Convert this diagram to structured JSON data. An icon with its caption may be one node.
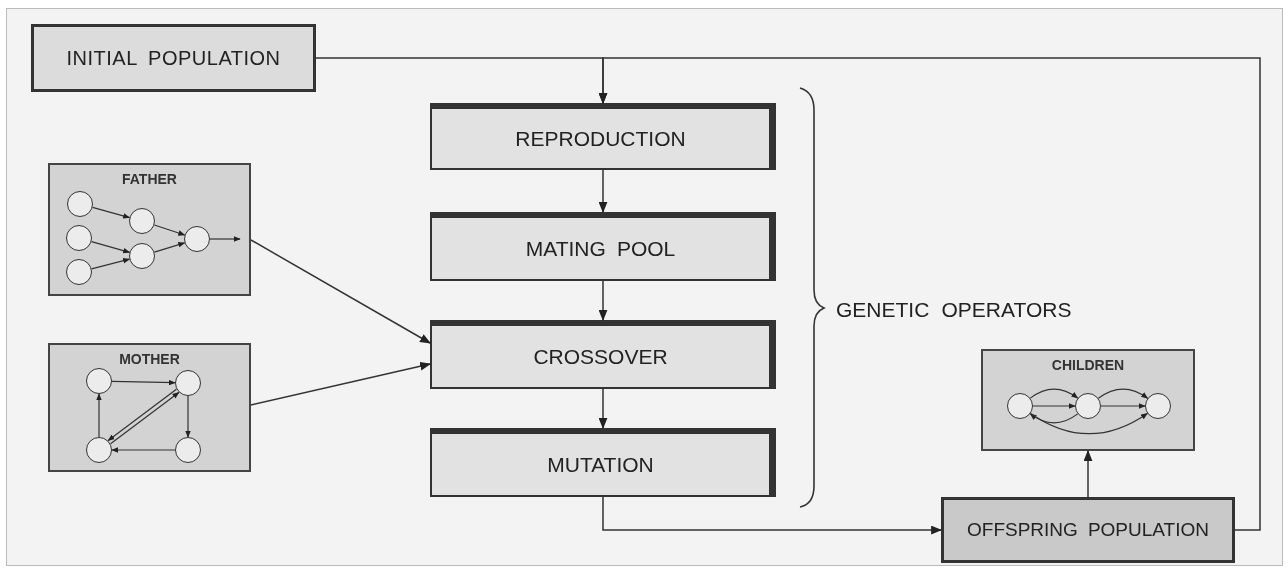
{
  "diagram": {
    "nodes": [
      {
        "text": [
          "INITIAL POPULATION"
        ]
      },
      {
        "text": [
          "REPRODUCTION"
        ]
      },
      {
        "text": [
          "MATING POOL"
        ]
      },
      {
        "text": [
          "CROSSOVER"
        ]
      },
      {
        "text": [
          "MUTATION"
        ]
      },
      {
        "text": [
          "FATHER"
        ]
      },
      {
        "text": [],
        "shape": "circle",
        "in": 5
      },
      {
        "text": [],
        "shape": "circle",
        "in": 5
      },
      {
        "text": [],
        "shape": "circle",
        "in": 5
      },
      {
        "text": [],
        "shape": "circle",
        "in": 5
      },
      {
        "text": [],
        "shape": "circle",
        "in": 5
      },
      {
        "text": [],
        "shape": "circle",
        "in": 5
      },
      {
        "text": [
          "MOTHER"
        ]
      },
      {
        "text": [],
        "shape": "circle",
        "in": 12
      },
      {
        "text": [],
        "shape": "circle",
        "in": 12
      },
      {
        "text": [],
        "shape": "circle",
        "in": 12
      },
      {
        "text": [],
        "shape": "circle",
        "in": 12
      },
      {
        "text": [
          "CHILDREN"
        ]
      },
      {
        "text": [],
        "shape": "circle",
        "in": 17
      },
      {
        "text": [],
        "shape": "circle",
        "in": 17
      },
      {
        "text": [],
        "shape": "circle",
        "in": 17
      },
      {
        "text": [
          "OFFSPRING POPULATION"
        ]
      }
    ],
    "edges": [
      {
        "from": 0,
        "to": 1,
        "arrow": "to"
      },
      {
        "from": 1,
        "to": 2,
        "arrow": "to"
      },
      {
        "from": 2,
        "to": 3,
        "arrow": "to"
      },
      {
        "from": 3,
        "to": 4,
        "arrow": "to"
      },
      {
        "from": 5,
        "to": 3,
        "arrow": "to"
      },
      {
        "from": 12,
        "to": 3,
        "arrow": "to"
      },
      {
        "from": 4,
        "to": 21,
        "arrow": "to"
      },
      {
        "from": 21,
        "to": 17,
        "arrow": "to"
      },
      {
        "from": 21,
        "to": 1,
        "arrow": "to"
      },
      {
        "from": 6,
        "to": 9,
        "arrow": "to"
      },
      {
        "from": 7,
        "to": 10,
        "arrow": "to"
      },
      {
        "from": 8,
        "to": 10,
        "arrow": "to"
      },
      {
        "from": 9,
        "to": 11,
        "arrow": "to"
      },
      {
        "from": 10,
        "to": 11,
        "arrow": "to"
      },
      {
        "from": 11,
        "to": null,
        "arrow": "to"
      },
      {
        "from": 13,
        "to": 14,
        "arrow": "to"
      },
      {
        "from": 14,
        "to": 16,
        "arrow": "to"
      },
      {
        "from": 16,
        "to": 15,
        "arrow": "to"
      },
      {
        "from": 15,
        "to": 13,
        "arrow": "to"
      },
      {
        "from": 15,
        "to": 14,
        "arrow": "to"
      },
      {
        "from": 14,
        "to": 15,
        "arrow": "to"
      },
      {
        "from": 18,
        "to": 19,
        "arrow": "to"
      },
      {
        "from": 19,
        "to": 20,
        "arrow": "to"
      },
      {
        "from": 18,
        "to": 19,
        "arrow": "to"
      },
      {
        "from": 19,
        "to": 20,
        "arrow": "to"
      },
      {
        "from": 19,
        "to": 18,
        "arrow": "to"
      },
      {
        "from": 18,
        "to": 20,
        "arrow": "to"
      }
    ],
    "labels": [
      "GENETIC OPERATORS"
    ]
  }
}
